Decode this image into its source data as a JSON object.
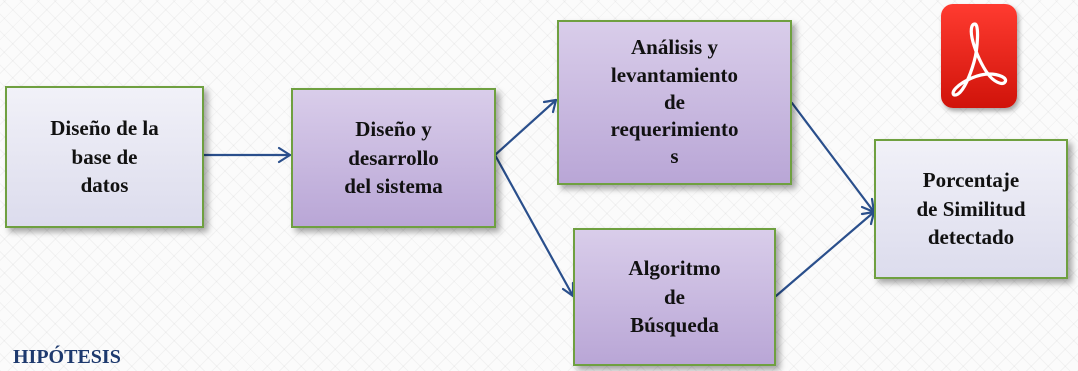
{
  "nodes": {
    "base_datos": "Diseño de la\nbase de\ndatos",
    "diseno_desarrollo": "Diseño  y\ndesarrollo\ndel sistema",
    "analisis": "Análisis y\nlevantamiento\nde\nrequerimiento\ns",
    "algoritmo": "Algoritmo\nde\nBúsqueda",
    "porcentaje": "Porcentaje\nde Similitud\ndetectado"
  },
  "section_heading": "HIPÓTESIS",
  "icons": {
    "logo": "acrobat-pdf-icon"
  },
  "colors": {
    "node_border": "#6fa040",
    "node_light": "#dcdced",
    "node_purple": "#b9a6d6",
    "arrow": "#2a4f8c",
    "heading": "#1e3a6e",
    "logo_red": "#e4241b"
  }
}
